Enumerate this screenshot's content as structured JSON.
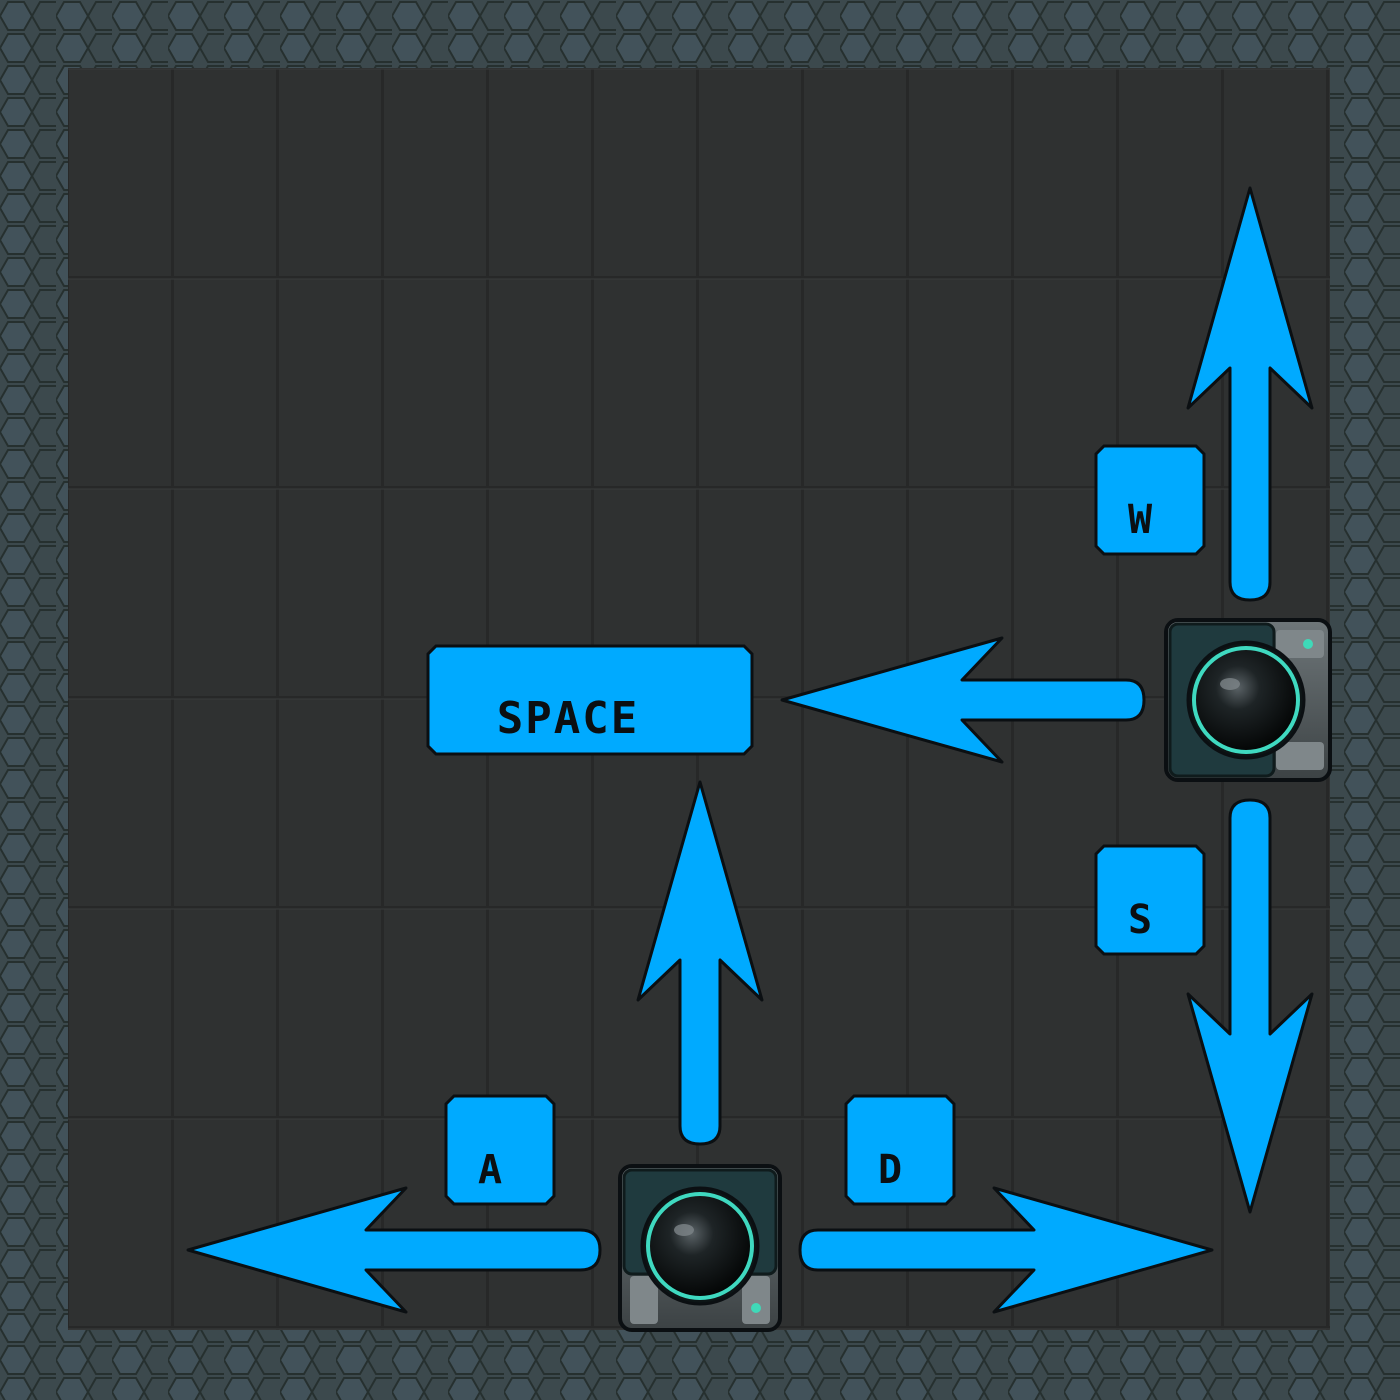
{
  "scene": {
    "description_free": true,
    "background_color": "#3a474b",
    "floor_color": "#2d2f2f",
    "accent_color": "#00aaff",
    "outline_color": "#0b0f12"
  },
  "keys": {
    "w": "W",
    "s": "S",
    "a": "A",
    "d": "D",
    "space": "SPACE"
  },
  "arrows": [
    {
      "name": "arrow-up-w",
      "direction": "up",
      "key": "w"
    },
    {
      "name": "arrow-down-s",
      "direction": "down",
      "key": "s"
    },
    {
      "name": "arrow-left-space",
      "direction": "left",
      "key": "space"
    },
    {
      "name": "arrow-up-space",
      "direction": "up",
      "key": "space"
    },
    {
      "name": "arrow-left-a",
      "direction": "left",
      "key": "a"
    },
    {
      "name": "arrow-right-d",
      "direction": "right",
      "key": "d"
    }
  ],
  "icons": {
    "turret": "turret-icon"
  }
}
